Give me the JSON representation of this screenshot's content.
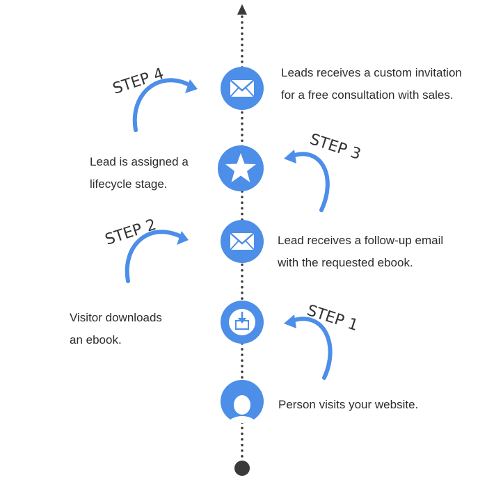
{
  "accent_color": "#4c8ee8",
  "line_color": "#3a3a3a",
  "steps": [
    {
      "label": "STEP 1"
    },
    {
      "label": "STEP 2"
    },
    {
      "label": "STEP 3"
    },
    {
      "label": "STEP 4"
    }
  ],
  "nodes": [
    {
      "icon": "person-icon",
      "lines": [
        "Person visits your website."
      ]
    },
    {
      "icon": "download-icon",
      "lines": [
        "Visitor downloads",
        "an ebook."
      ]
    },
    {
      "icon": "envelope-icon",
      "lines": [
        "Lead receives a follow-up email",
        "with the requested ebook."
      ]
    },
    {
      "icon": "star-icon",
      "lines": [
        "Lead is assigned a",
        "lifecycle stage."
      ]
    },
    {
      "icon": "envelope-icon",
      "lines": [
        "Leads receives a custom invitation",
        "for a free consultation with sales."
      ]
    }
  ]
}
